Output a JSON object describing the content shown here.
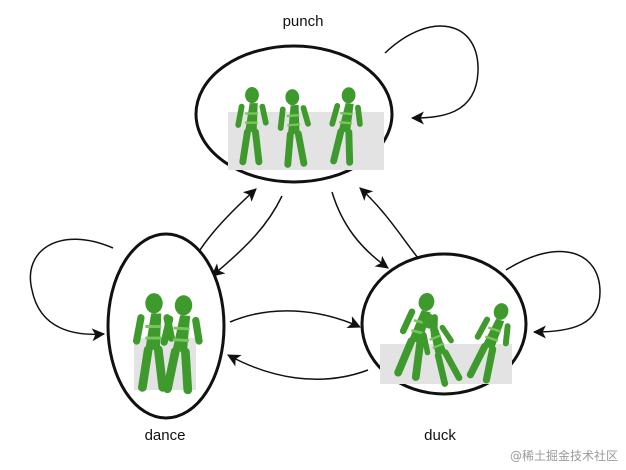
{
  "diagram": {
    "states": [
      {
        "id": "punch",
        "label": "punch"
      },
      {
        "id": "dance",
        "label": "dance"
      },
      {
        "id": "duck",
        "label": "duck"
      }
    ],
    "transitions": [
      {
        "from": "punch",
        "to": "punch"
      },
      {
        "from": "dance",
        "to": "dance"
      },
      {
        "from": "duck",
        "to": "duck"
      },
      {
        "from": "punch",
        "to": "dance"
      },
      {
        "from": "dance",
        "to": "punch"
      },
      {
        "from": "punch",
        "to": "duck"
      },
      {
        "from": "duck",
        "to": "punch"
      },
      {
        "from": "dance",
        "to": "duck"
      },
      {
        "from": "duck",
        "to": "dance"
      }
    ],
    "colors": {
      "figure": "#3f9a2e",
      "figure_light": "#79c65a",
      "outline": "#111111",
      "ground": "#e3e3e3"
    }
  },
  "watermark": "@稀土掘金技术社区"
}
